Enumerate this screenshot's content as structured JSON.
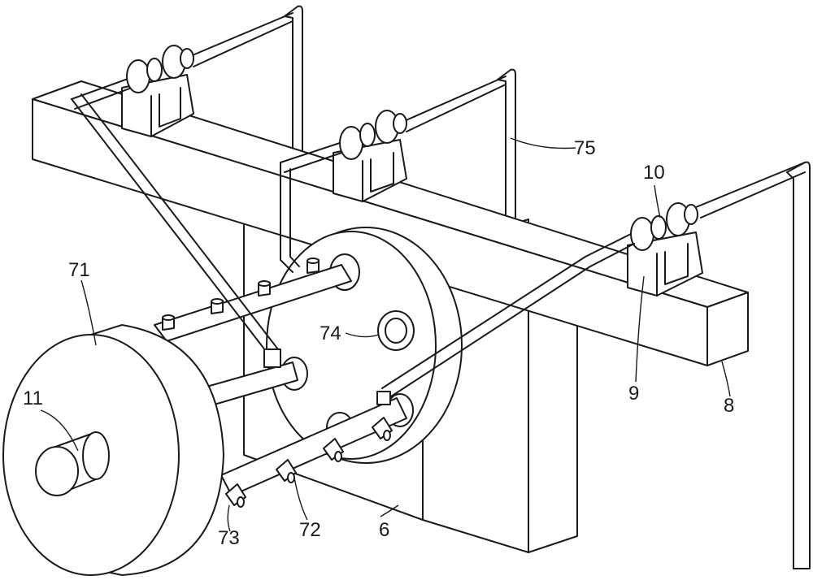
{
  "labels": {
    "l75": "75",
    "l10": "10",
    "l71": "71",
    "l74": "74",
    "l11": "11",
    "l9": "9",
    "l8": "8",
    "l6": "6",
    "l73": "73",
    "l72": "72"
  },
  "colors": {
    "line": "#1a1a1a",
    "background": "#ffffff"
  }
}
